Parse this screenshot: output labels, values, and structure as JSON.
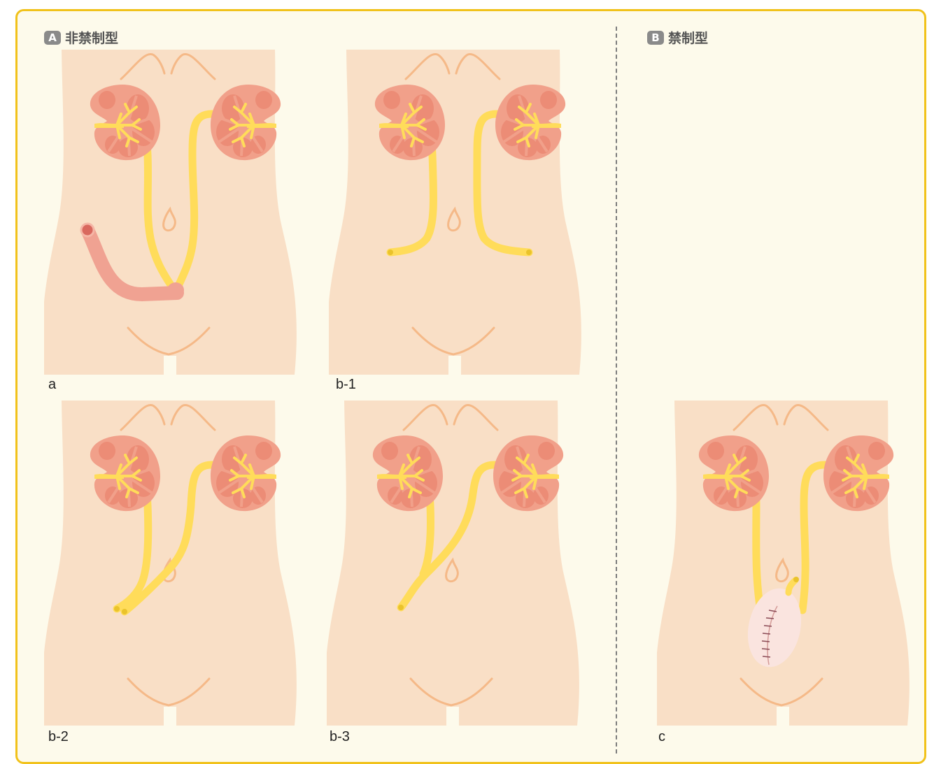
{
  "section_a": {
    "badge": "A",
    "title": "非禁制型"
  },
  "section_b": {
    "badge": "B",
    "title": "禁制型"
  },
  "panels": {
    "a": {
      "label": "a"
    },
    "b1": {
      "label": "b-1"
    },
    "b2": {
      "label": "b-2"
    },
    "b3": {
      "label": "b-3"
    },
    "c": {
      "label": "c"
    }
  },
  "colors": {
    "frame_border": "#f1c21b",
    "background": "#fdfaeb",
    "body": "#f9dfc6",
    "body_line": "#f5b988",
    "kidney_outer": "#f1a08a",
    "kidney_inner": "#ec8c76",
    "ureter": "#ffdc5a",
    "ureter_end": "#eac32c",
    "conduit": "#f0a292",
    "stoma": "#d9685e",
    "pouch": "#fae4df"
  }
}
